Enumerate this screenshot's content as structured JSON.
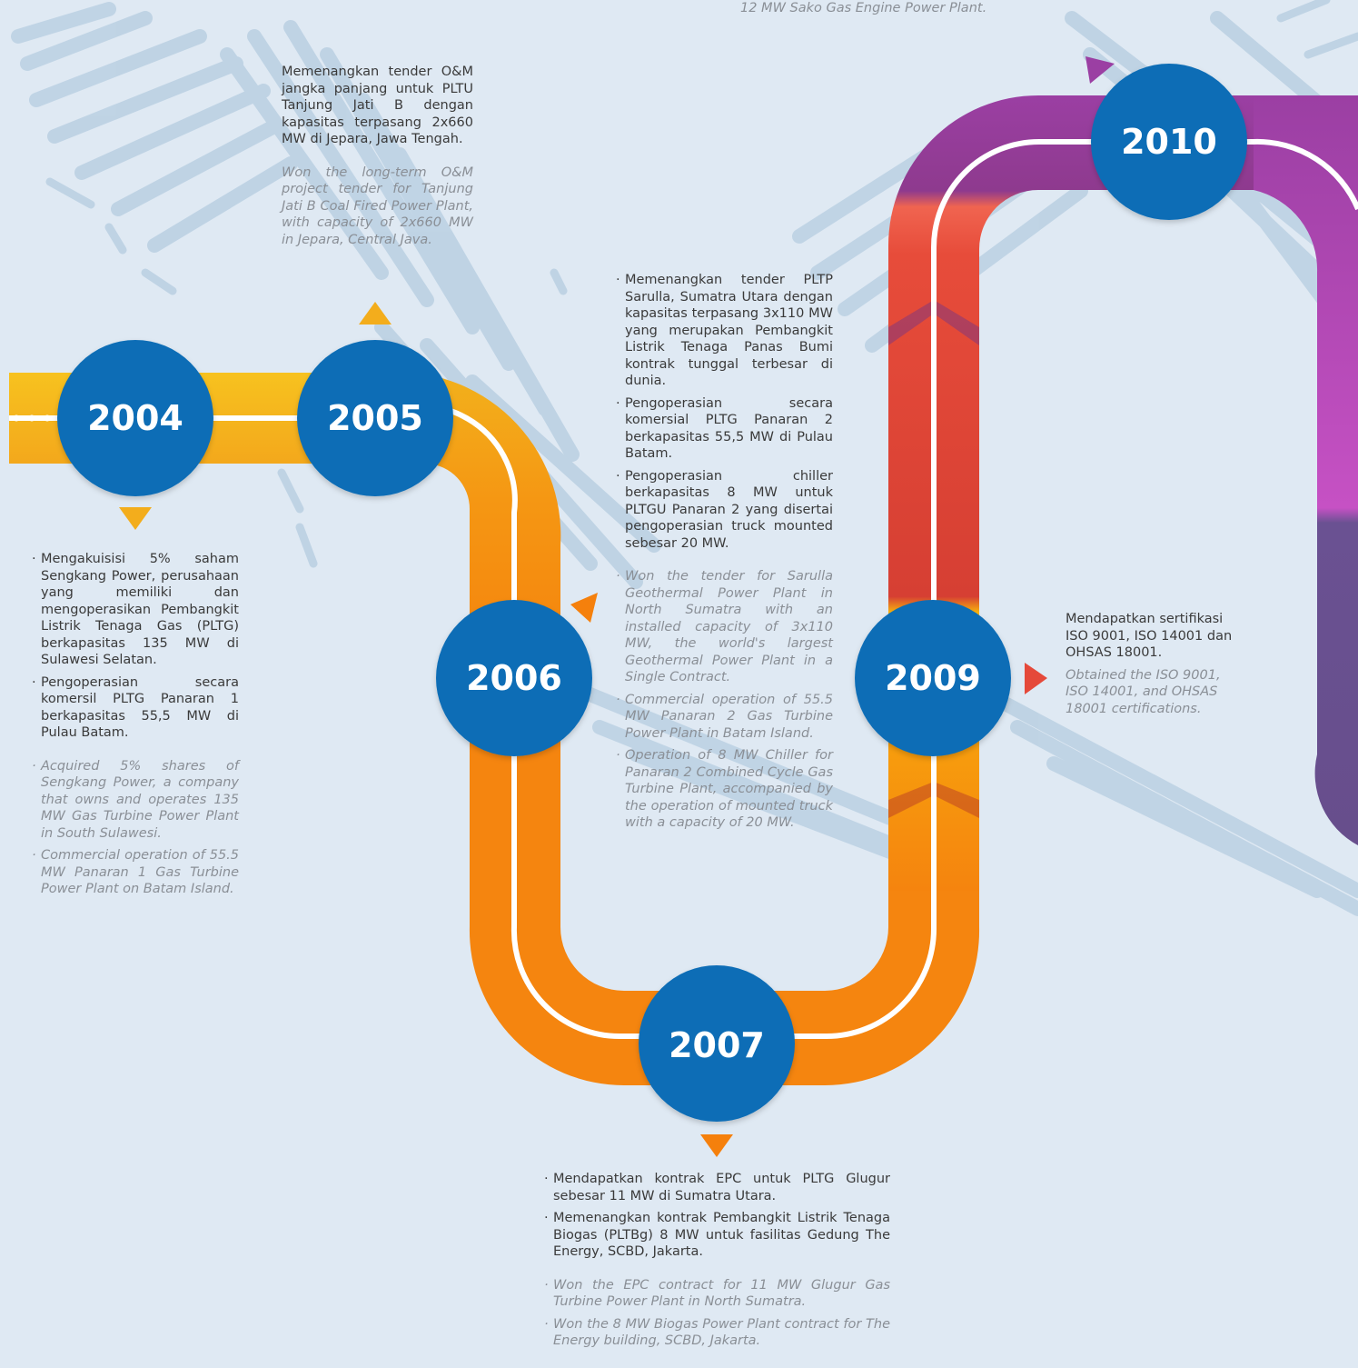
{
  "colors": {
    "background": "#dfe9f3",
    "scribble": "#b9cfe2",
    "circle": "#0a6db6",
    "yellow": "#f3b51e",
    "orange": "#f5860f",
    "red": "#e64a3a",
    "purple": "#9a3da0",
    "violet": "#6b4f8e"
  },
  "top_caption": "12 MW Sako Gas Engine Power Plant.",
  "years": [
    "2004",
    "2005",
    "2006",
    "2007",
    "2009",
    "2010"
  ],
  "milestones": {
    "y2004": {
      "id": [
        "Mengakuisisi 5% saham Sengkang Power, perusahaan yang memiliki dan mengoperasikan Pembangkit Listrik Tenaga Gas (PLTG) berkapasitas 135 MW di Sulawesi Selatan.",
        "Pengoperasian secara komersil PLTG Panaran 1 berkapasitas 55,5 MW di Pulau Batam."
      ],
      "en": [
        "Acquired 5% shares of Sengkang Power, a company that owns and operates 135 MW Gas Turbine Power Plant in South Sulawesi.",
        "Commercial operation of 55.5 MW Panaran 1 Gas Turbine Power Plant on Batam Island."
      ]
    },
    "y2005": {
      "id": "Memenangkan tender O&M jangka panjang untuk PLTU Tanjung Jati B dengan kapasitas terpasang 2x660 MW di Jepara, Jawa Tengah.",
      "en": "Won the long-term O&M project tender for Tanjung Jati B Coal Fired Power Plant, with capacity of 2x660 MW in Jepara, Central Java."
    },
    "y2006": {
      "id": [
        "Memenangkan tender PLTP Sarulla, Sumatra Utara dengan kapasitas terpasang 3x110 MW yang merupakan Pembangkit Listrik Tenaga Panas Bumi kontrak tunggal terbesar di dunia.",
        "Pengoperasian secara komersial PLTG Panaran 2 berkapasitas 55,5 MW di Pulau Batam.",
        "Pengoperasian chiller berkapasitas 8 MW untuk PLTGU Panaran 2 yang disertai pengoperasian truck mounted sebesar 20 MW."
      ],
      "en": [
        "Won the tender for Sarulla Geothermal Power Plant in North Sumatra with an installed capacity of 3x110 MW, the world's largest Geothermal Power Plant in a Single Contract.",
        "Commercial operation of 55.5 MW Panaran 2 Gas Turbine Power Plant in Batam Island.",
        "Operation of 8 MW Chiller for Panaran 2 Combined Cycle Gas Turbine Plant, accompanied by the operation of mounted truck with a capacity of 20 MW."
      ]
    },
    "y2007": {
      "id": [
        "Mendapatkan kontrak EPC untuk PLTG Glugur sebesar 11 MW di Sumatra Utara.",
        "Memenangkan kontrak Pembangkit Listrik Tenaga Biogas (PLTBg) 8 MW untuk fasilitas Gedung The Energy, SCBD, Jakarta."
      ],
      "en": [
        "Won the EPC contract for 11 MW Glugur Gas Turbine Power Plant in North Sumatra.",
        "Won the 8 MW Biogas Power Plant contract for The Energy building, SCBD, Jakarta."
      ]
    },
    "y2009": {
      "id": "Mendapatkan sertifikasi ISO 9001, ISO 14001 dan OHSAS 18001.",
      "en": "Obtained the ISO 9001, ISO 14001, and OHSAS 18001 certifications."
    }
  }
}
